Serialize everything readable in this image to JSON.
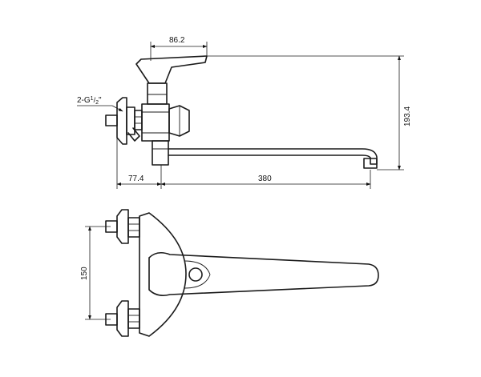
{
  "dimensions": {
    "lever_offset": "86.2",
    "thread_main": "2-G",
    "thread_num": "1",
    "thread_den": "2",
    "thread_suffix": "\"",
    "height": "193.4",
    "wall_offset": "77.4",
    "spout_length": "380",
    "inlet_spacing": "150"
  }
}
